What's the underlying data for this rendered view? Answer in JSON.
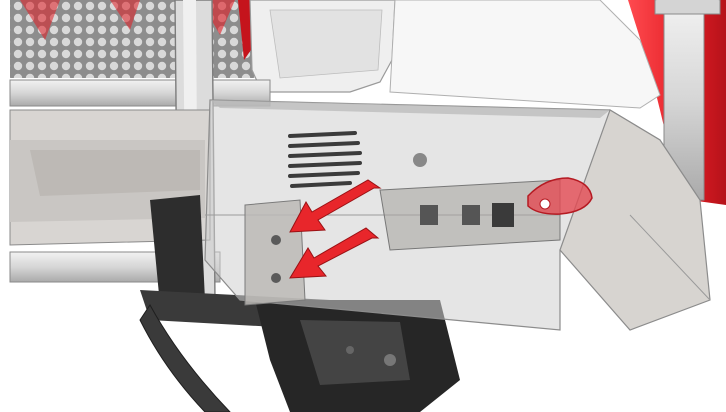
{
  "figure": {
    "kind": "technical-illustration",
    "subject": "bumper-mounting-bracket-assembly",
    "callouts": [
      {
        "id": "arrow-upper",
        "icon": "arrow-icon",
        "color": "#e8262b"
      },
      {
        "id": "arrow-lower",
        "icon": "arrow-icon",
        "color": "#e8262b"
      }
    ]
  },
  "colors": {
    "background": "#ffffff",
    "chrome_highlight": "#e11d24",
    "arrow_fill": "#e8262b",
    "bracket_dark": "#2c2c2c",
    "panel_grey": "#c9c6c3"
  }
}
